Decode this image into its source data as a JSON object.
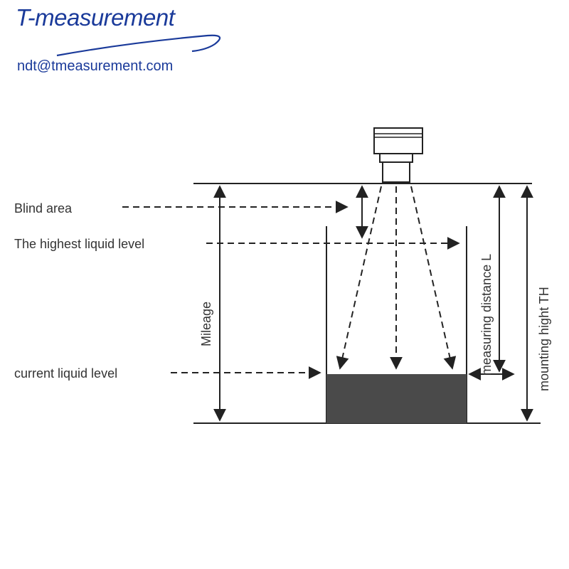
{
  "brand": {
    "name": "T-measurement",
    "email": "ndt@tmeasurement.com",
    "color": "#1a3a9a"
  },
  "diagram": {
    "labels": {
      "blind_area": "Blind area",
      "highest_level": "The highest liquid level",
      "current_level": "current liquid level",
      "mileage": "Mileage",
      "measuring_distance": "measuring distance  L",
      "mounting_height": "mounting hight  TH"
    },
    "colors": {
      "line": "#222222",
      "liquid": "#4a4a4a",
      "text": "#333333"
    },
    "icons": [
      "ultrasonic-sensor-icon"
    ]
  }
}
